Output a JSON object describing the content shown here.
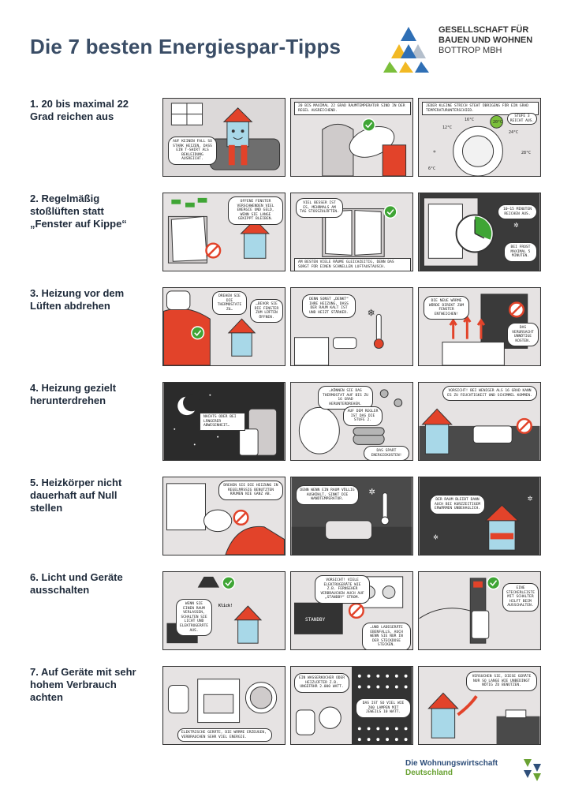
{
  "page_title": "Die 7 besten Energiespar-Tipps",
  "logo": {
    "line1": "GESELLSCHAFT FÜR",
    "line2": "BAUEN UND WOHNEN",
    "line3": "BOTTROP MBH",
    "colors": [
      "#2f6fb5",
      "#7bbf3b",
      "#f2b924"
    ]
  },
  "tips": [
    {
      "title": "1. 20 bis maximal 22 Grad reichen aus",
      "p1_text": "Auf keinen Fall so stark heizen, dass ein T-Shirt als Bekleidung ausreicht.",
      "p2_text": "20 bis maximal 22 Grad Raumtemperatur sind in der Regel ausreichend.",
      "p3_text": "Jeder kleine Strich steht übrigens für ein Grad Temperaturunterschied.",
      "p3_note": "Stufe 3 reicht aus.",
      "gauge": [
        "6°C",
        "12°C",
        "16°C",
        "20°C",
        "24°C",
        "28°C"
      ]
    },
    {
      "title": "2. Regelmäßig stoßlüften statt „Fenster auf Kippe“",
      "p1_text": "Offene Fenster verschwenden viel Energie und Geld, wenn sie lange gekippt bleiben.",
      "p2_text": "Viel besser ist es, mehrmals am Tag stoßzulüften.",
      "p2_caption": "Am besten viele Räume gleichzeitig, denn das sorgt für einen schnellen Luftaustausch.",
      "p3_text": "10–15 Minuten reichen aus.",
      "p3_note": "Bei Frost maximal 5 Minuten."
    },
    {
      "title": "3. Heizung vor dem Lüften abdrehen",
      "p1_text_a": "Drehen Sie die Thermostate zu…",
      "p1_text_b": "…bevor Sie die Fenster zum Lüften öffnen.",
      "p2_text": "Denn sonst „denkt“ Ihre Heizung, dass der Raum kalt ist und heizt stärker.",
      "p3_text": "Die neue Wärme würde direkt zum Fenster entweichen!",
      "p3_note": "Das verursacht unnötige Kosten."
    },
    {
      "title": "4. Heizung gezielt herunterdrehen",
      "p1_text": "Nachts oder bei längerer Abwesenheit…",
      "p2_text": "…können Sie das Thermostat auf bis zu 16 Grad herunterdrehen.",
      "p2_note": "Auf dem Regler ist das die Stufe 2.",
      "p2_caption": "Das spart Energiekosten!",
      "p3_text": "Vorsicht! Bei weniger als 16 Grad kann es zu Feuchtigkeit und Schimmel kommen."
    },
    {
      "title": "5. Heizkörper nicht dauerhaft auf Null stellen",
      "p1_text": "Drehen Sie die Heizung in regelmäßig benutzten Räumen nie ganz ab.",
      "p2_text": "Denn wenn ein Raum völlig auskühlt, sinkt die Wandtemperatur.",
      "p3_text": "Der Raum bleibt dann auch bei kurzzeitigem Erwärmen unbehaglich."
    },
    {
      "title": "6. Licht und Geräte ausschalten",
      "p1_text": "Wenn Sie einen Raum verlassen, schalten Sie Licht und Elektrogeräte aus.",
      "p1_sfx": "Klick!",
      "p2_text": "Vorsicht! Viele Elektrogeräte wie z.B. Fernseher verbrauchen auch auf „Standby“ Strom.",
      "p2_tv": "STANDBY",
      "p2_caption": "…und Ladegeräte ebenfalls, auch wenn sie nur in der Steckdose stecken.",
      "p3_text": "Eine Steckerleiste mit Schalter hilft beim Ausschalten."
    },
    {
      "title": "7. Auf Geräte mit sehr hohem Verbrauch achten",
      "p1_caption": "Elektrische Geräte, die Wärme erzeugen, verbrauchen sehr viel Energie.",
      "p2_text": "Ein Wasserkocher oder Heizlüfter z.B. ungefähr 2.000 Watt.",
      "p2_note": "Das ist so viel wie 200 Lampen mit jeweils 10 Watt.",
      "p3_text": "Versuchen Sie, diese Geräte nur so lange wie unbedingt nötig zu benutzen."
    }
  ],
  "footer": {
    "line1": "Die Wohnungswirtschaft",
    "line2": "Deutschland"
  },
  "colors": {
    "title": "#3a4d66",
    "red": "#e2432a",
    "green": "#3fa535",
    "house": "#a8d8e8",
    "panel_bg": "#d9d6d6",
    "dark": "#3a3a3a"
  }
}
